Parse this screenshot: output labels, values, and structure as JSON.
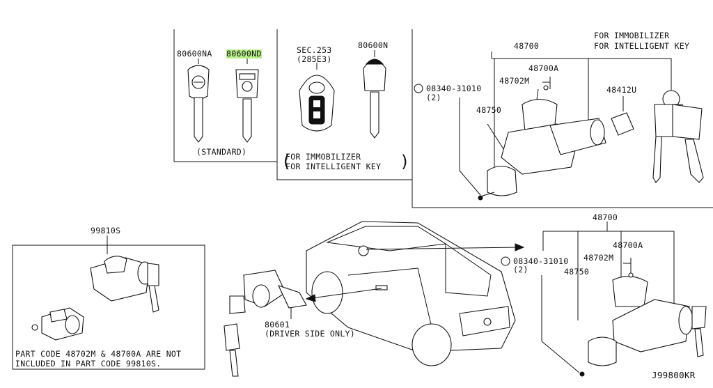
{
  "labels": {
    "p80600na": "80600NA",
    "p80600nd": "80600ND",
    "standard": "(STANDARD)",
    "sec253": "SEC.253",
    "p285e3": "(285E3)",
    "p80600n": "80600N",
    "for_immobilizer": "FOR IMMOBILIZER",
    "for_intelligent_key": "FOR INTELLIGENT KEY",
    "paren_open": "(",
    "paren_close": ")",
    "for_immobilizer_caps": "FOR IMMOBILIZER",
    "for_intelligent_key_caps": "FOR INTELLIGENT KEY",
    "p48700": "48700",
    "p48700a": "48700A",
    "p48702m": "48702M",
    "bolt": "08340-31010",
    "qty2": "(2)",
    "p48412u": "48412U",
    "p48750": "48750",
    "p99810s": "99810S",
    "note1": "PART CODE 48702M & 48700A ARE NOT",
    "note2": "INCLUDED IN PART CODE 99810S.",
    "p80601": "80601",
    "driver_side": "(DRIVER SIDE ONLY)",
    "diagram_code": "J99800KR"
  },
  "colors": {
    "highlight": "#b8f08a",
    "ink": "#111111",
    "background": "#ffffff"
  },
  "icons": {
    "bolt_symbol": "bolt-symbol-icon"
  }
}
